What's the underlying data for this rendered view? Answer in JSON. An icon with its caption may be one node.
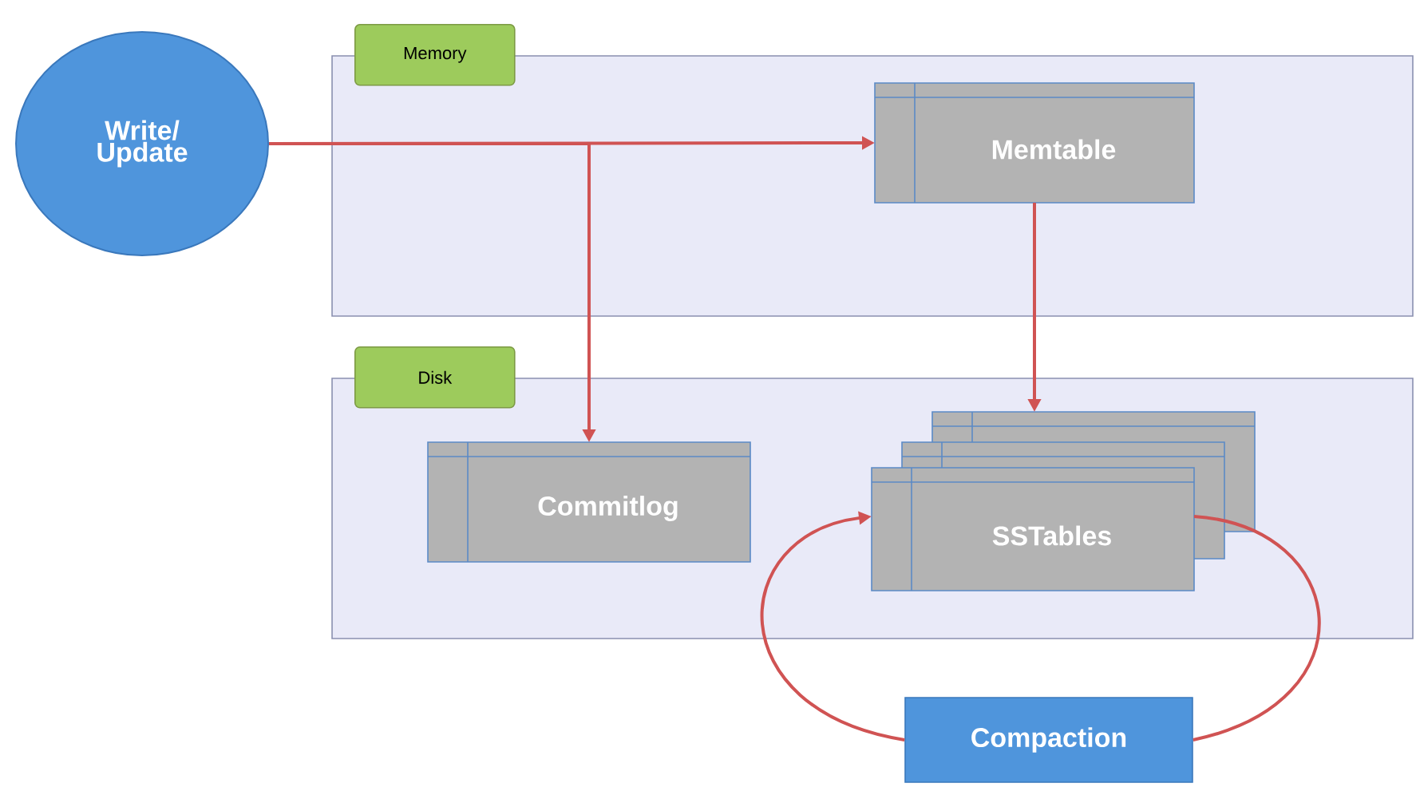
{
  "diagram": {
    "nodes": [
      {
        "text": [
          "Write/ Update"
        ]
      },
      {
        "text": [
          "Memory"
        ]
      },
      {
        "text": [
          "Memtable"
        ],
        "in": 1
      },
      {
        "text": [
          "Disk"
        ]
      },
      {
        "text": [
          "Commitlog"
        ],
        "in": 3
      },
      {
        "text": [
          "SSTables"
        ],
        "in": 3
      },
      {
        "text": [
          "Compaction"
        ]
      }
    ],
    "edges": [
      {
        "from": 0,
        "to": 2,
        "arrow": "to"
      },
      {
        "from": 0,
        "to": 4,
        "arrow": "to"
      },
      {
        "from": 2,
        "to": 5,
        "arrow": "to"
      },
      {
        "from": 5,
        "to": 6,
        "arrow": "none"
      },
      {
        "from": 6,
        "to": 5,
        "arrow": "to"
      }
    ]
  }
}
